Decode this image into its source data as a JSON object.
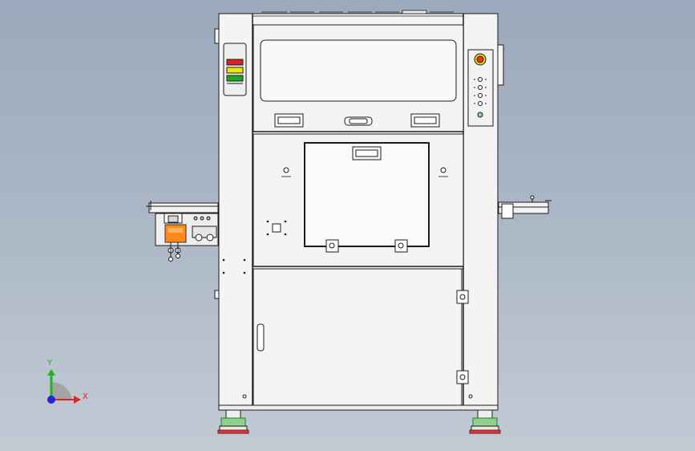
{
  "viewport": {
    "background_top": "#9aa9bb",
    "background_bottom": "#c2cad4"
  },
  "machine": {
    "body_color": "#f4f4f4",
    "line_color": "#1c1c1c",
    "signal_tower": {
      "lights": [
        "red",
        "yellow",
        "green"
      ],
      "colors": [
        "#e02020",
        "#f2e600",
        "#1ea81e"
      ]
    },
    "control_panel": {
      "e_stop_color": "#e53a1a",
      "e_stop_ring_color": "#f5d800",
      "buttons_count": 5
    },
    "accent_color": "#ff8a1a",
    "foot_pad_color": "#8fd18f",
    "foot_base_color": "#d93b3b"
  },
  "triad": {
    "x_label": "X",
    "y_label": "Y",
    "x_color": "#e02424",
    "y_color": "#1fb31f",
    "z_color": "#2222e0"
  }
}
